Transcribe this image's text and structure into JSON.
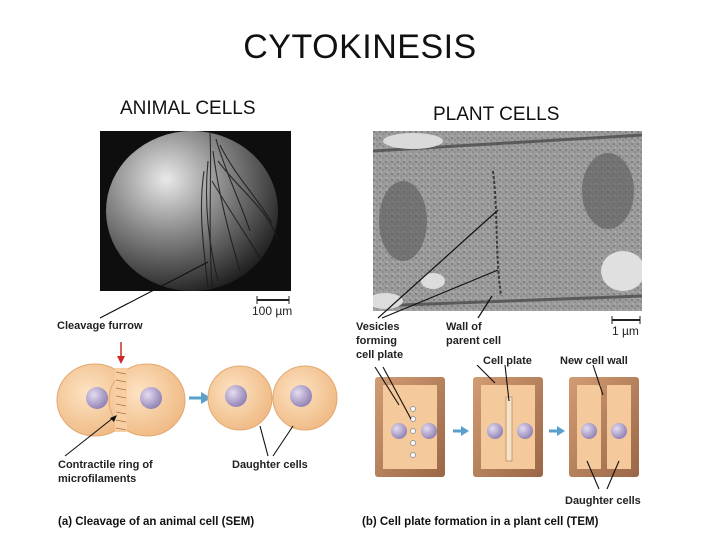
{
  "title": "CYTOKINESIS",
  "animal": {
    "heading": "ANIMAL CELLS",
    "scale_bar": "100 µm",
    "cleavage_furrow": "Cleavage furrow",
    "contractile_ring_line1": "Contractile ring of",
    "contractile_ring_line2": "microfilaments",
    "daughter_cells": "Daughter cells",
    "caption": "(a) Cleavage of an animal cell (SEM)"
  },
  "plant": {
    "heading": "PLANT CELLS",
    "scale_bar": "1 µm",
    "vesicles_line1": "Vesicles",
    "vesicles_line2": "forming",
    "vesicles_line3": "cell plate",
    "wall_line1": "Wall of",
    "wall_line2": "parent cell",
    "cell_plate": "Cell plate",
    "new_cell_wall": "New cell wall",
    "daughter_cells": "Daughter cells",
    "caption": "(b) Cell plate formation in a plant cell (TEM)"
  },
  "colors": {
    "cell_fill": "#f4c99b",
    "nucleus": "#a79ac2",
    "arrow": "#5aa0cc",
    "wall": "#b07a55",
    "furrow_red": "#cc2a2a"
  }
}
